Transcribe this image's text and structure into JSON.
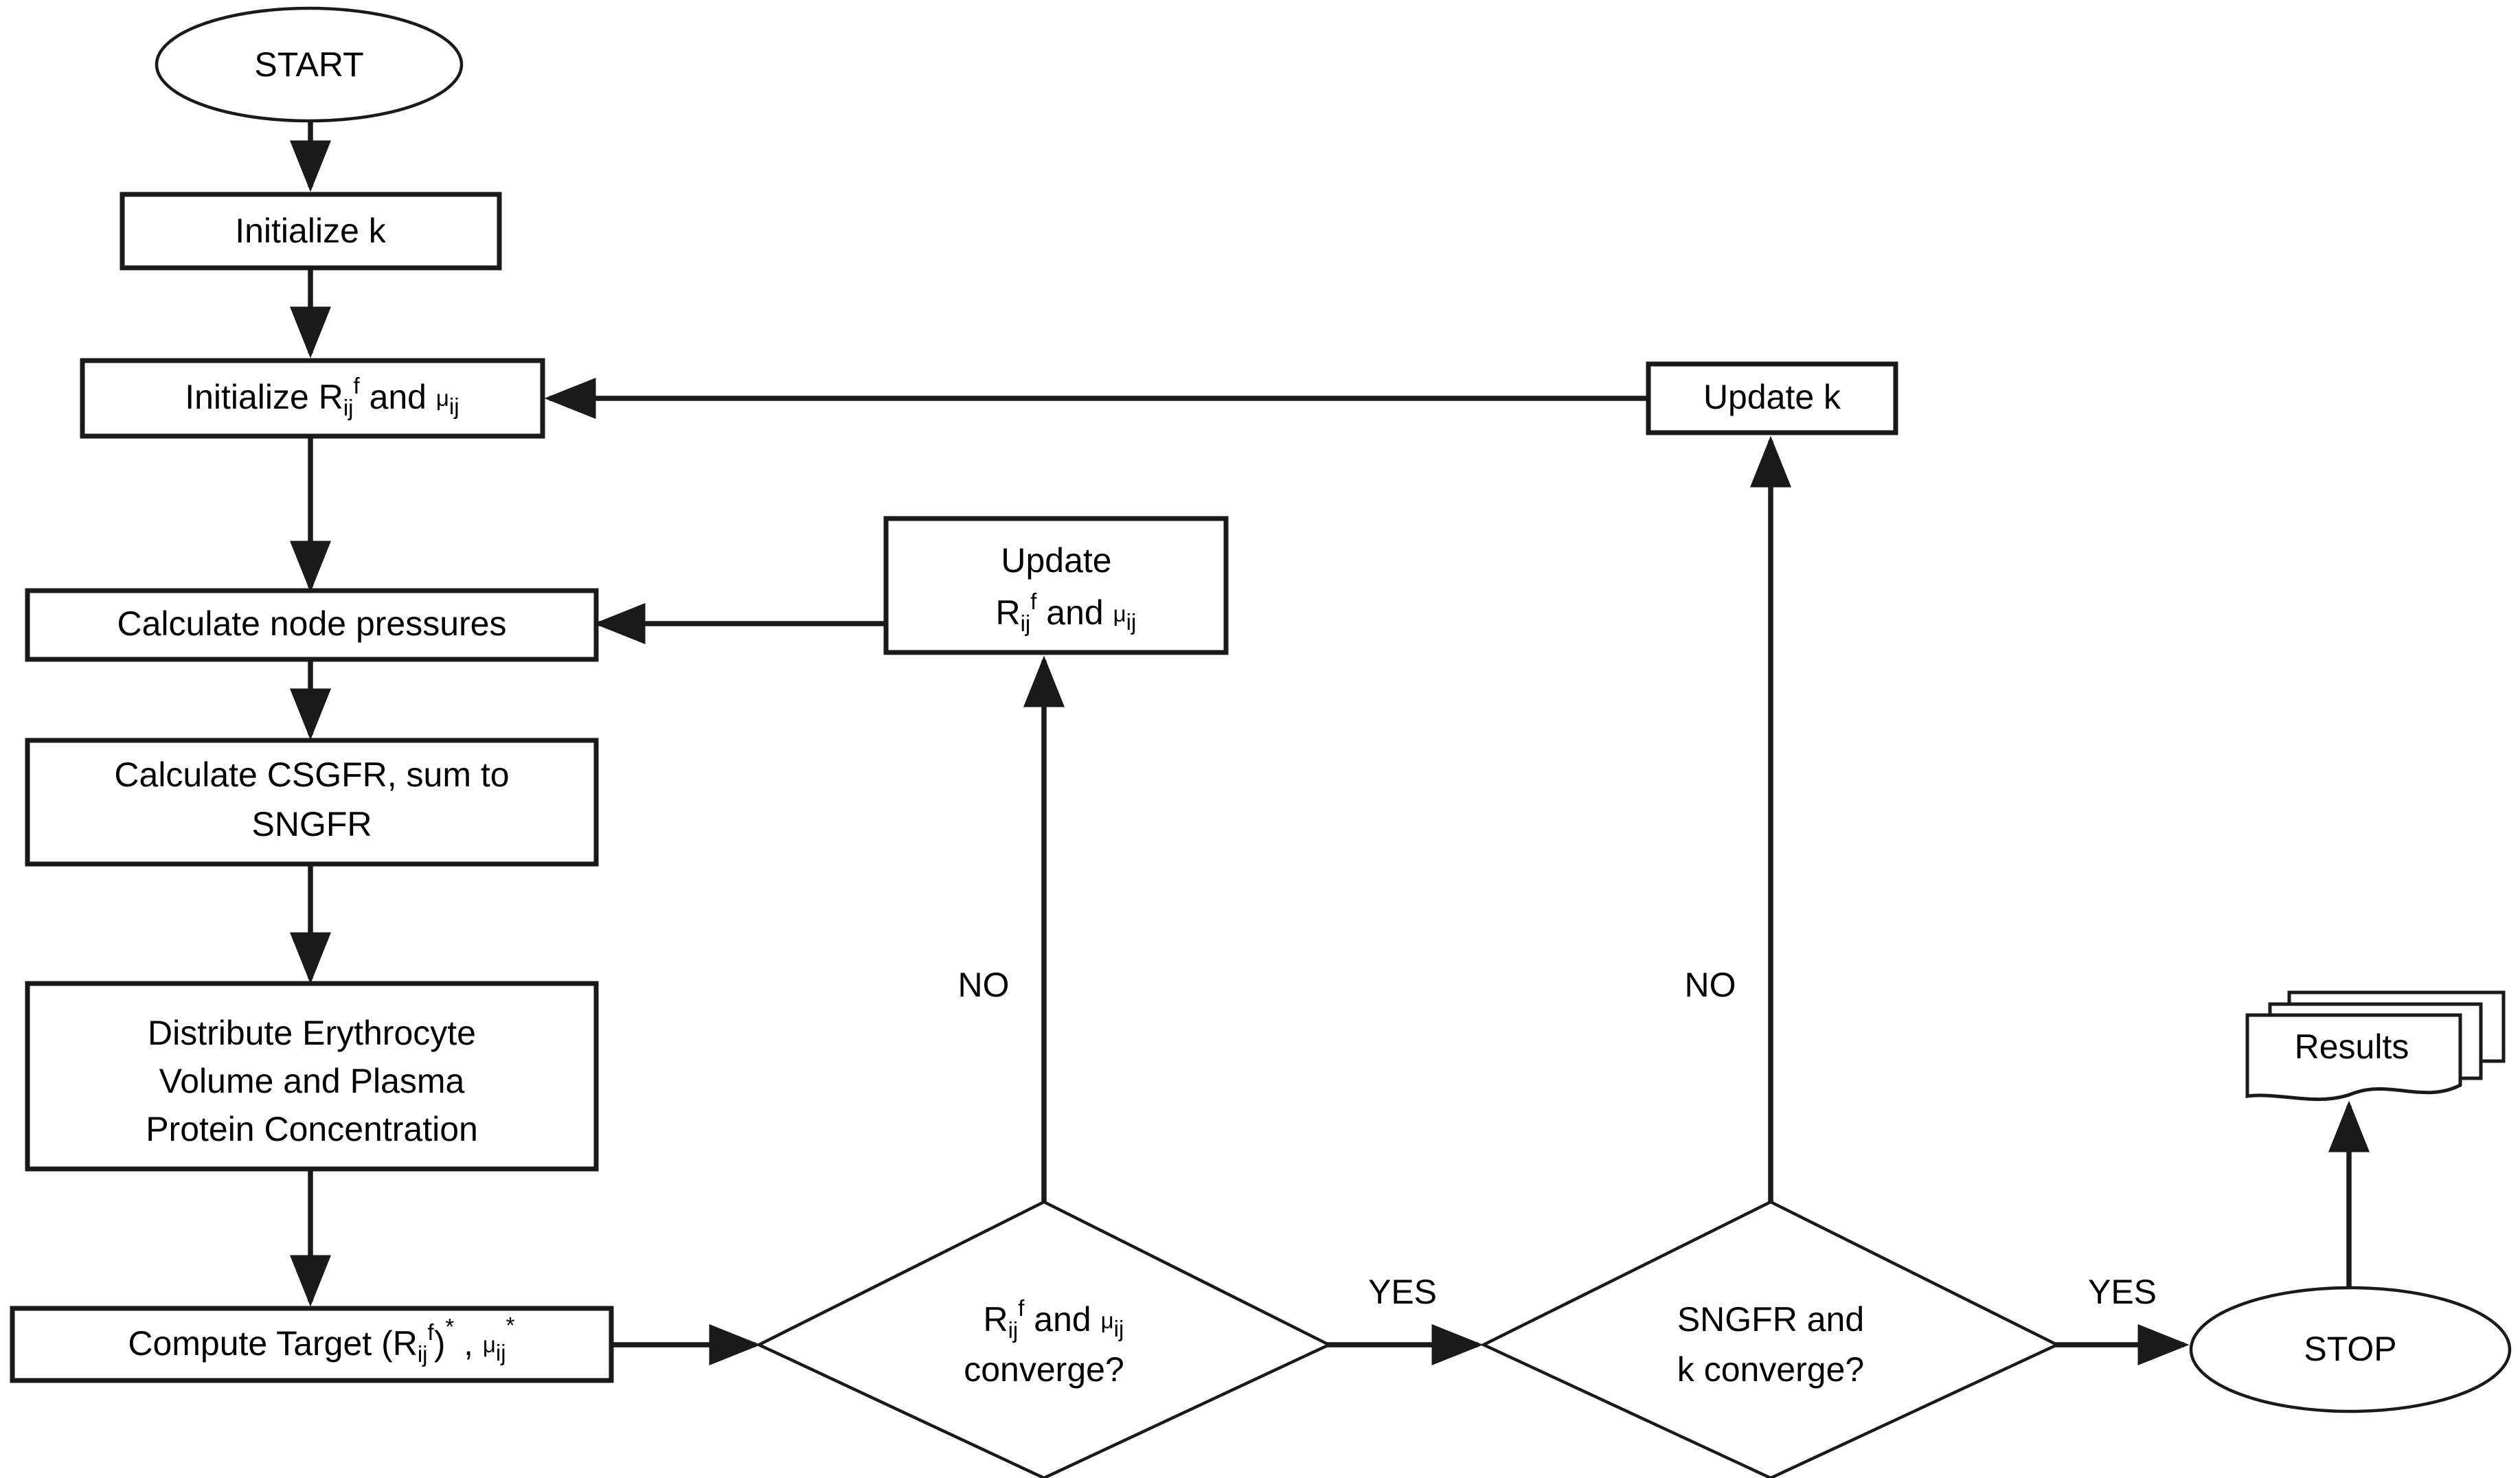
{
  "diagram": {
    "title": "Glomerular network model iterative solution flowchart",
    "type": "flowchart",
    "background_color": "#ffffff",
    "line_color": "#1a1a1a",
    "text_color": "#000000"
  },
  "nodes": {
    "start": {
      "label": "START",
      "shape": "ellipse"
    },
    "initialize_k": {
      "label": "Initialize k",
      "shape": "process"
    },
    "initialize_rij": {
      "shape": "process",
      "prefix": "Initialize R",
      "sub1": "ij",
      "sup1": "f",
      "middle": " and ",
      "mu": "μ",
      "sub2": "ij"
    },
    "calculate_node_pressures": {
      "label": "Calculate node pressures",
      "shape": "process"
    },
    "calculate_csgfr": {
      "shape": "process",
      "line1": "Calculate CSGFR, sum to",
      "line2": "SNGFR"
    },
    "distribute": {
      "shape": "process",
      "line1": "Distribute Erythrocyte",
      "line2": "Volume and Plasma",
      "line3": "Protein Concentration"
    },
    "compute_target": {
      "shape": "process",
      "prefix": "Compute Target (R",
      "sub1": "ij",
      "sup1": "f",
      "close": ")",
      "star1": "*",
      "comma": " , ",
      "mu": "μ",
      "sub2": "ij",
      "star2": "*"
    },
    "update_rij": {
      "shape": "process",
      "line1": "Update",
      "prefix": "R",
      "sub1": "ij",
      "sup1": "f",
      "middle": " and ",
      "mu": "μ",
      "sub2": "ij"
    },
    "update_k": {
      "label": "Update k",
      "shape": "process"
    },
    "decision_rij": {
      "shape": "decision",
      "prefix": "R",
      "sub1": "ij",
      "sup1": "f",
      "middle": " and ",
      "mu": "μ",
      "sub2": "ij",
      "line2": "converge?"
    },
    "decision_sngfr": {
      "shape": "decision",
      "line1": "SNGFR and",
      "line2": "k converge?"
    },
    "stop": {
      "label": "STOP",
      "shape": "ellipse"
    },
    "results": {
      "label": "Results",
      "shape": "multi-document"
    }
  },
  "edge_labels": {
    "no_left": "NO",
    "no_right": "NO",
    "yes_left": "YES",
    "yes_right": "YES"
  }
}
